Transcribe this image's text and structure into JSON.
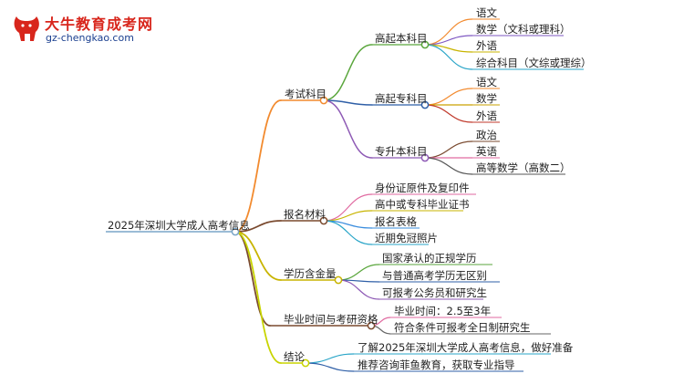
{
  "logo": {
    "name": "大牛教育成考网",
    "url": "gz-chengkao.com"
  },
  "mindmap": {
    "root": "2025年深圳大学成人高考信息",
    "branches": [
      {
        "label": "考试科目",
        "color": "#f28a2e",
        "subs": [
          {
            "label": "高起本科目",
            "color": "#5aa63c",
            "leaves": [
              "语文",
              "数学（文科或理科）",
              "外语",
              "综合科目（文综或理综）"
            ],
            "leaf_colors": [
              "#f28a2e",
              "#7e57c2",
              "#c8b400",
              "#2aa5c8"
            ]
          },
          {
            "label": "高起专科目",
            "color": "#2f5fa7",
            "leaves": [
              "语文",
              "数学",
              "外语"
            ],
            "leaf_colors": [
              "#f28a2e",
              "#c9a000",
              "#c0392b"
            ]
          },
          {
            "label": "专升本科目",
            "color": "#8e5ab5",
            "leaves": [
              "政治",
              "英语",
              "高等数学（高数二）"
            ],
            "leaf_colors": [
              "#7a4a2f",
              "#e06aa0",
              "#555555"
            ]
          }
        ]
      },
      {
        "label": "报名材料",
        "color": "#7a4a2f",
        "leaves": [
          "身份证原件及复印件",
          "高中或专科毕业证书",
          "报名表格",
          "近期免冠照片"
        ],
        "leaf_colors": [
          "#e06aa0",
          "#c8b400",
          "#3a8dde",
          "#2aa5c8"
        ]
      },
      {
        "label": "学历含金量",
        "color": "#c8b400",
        "leaves": [
          "国家承认的正规学历",
          "与普通高考学历无区别",
          "可报考公务员和研究生"
        ],
        "leaf_colors": [
          "#5aa63c",
          "#2f5fa7",
          "#8e5ab5"
        ]
      },
      {
        "label": "毕业时间与考研资格",
        "color": "#7a4a2f",
        "leaves": [
          "毕业时间：2.5至3年",
          "符合条件可报考全日制研究生"
        ],
        "leaf_colors": [
          "#e06aa0",
          "#666666"
        ]
      },
      {
        "label": "结论",
        "color": "#c8d400",
        "leaves": [
          "了解2025年深圳大学成人高考信息，做好准备",
          "推荐咨询菲鱼教育，获取专业指导"
        ],
        "leaf_colors": [
          "#2aa5c8",
          "#2f5fa7"
        ]
      }
    ]
  }
}
